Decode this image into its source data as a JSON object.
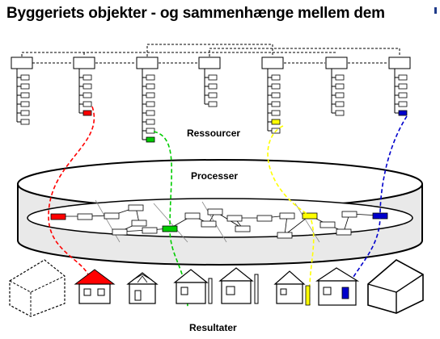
{
  "title": "Byggeriets objekter - og sammenhænge mellem dem",
  "labels": {
    "resources": "Ressourcer",
    "processes": "Processer",
    "results": "Resultater"
  },
  "colors": {
    "red": "#ff0000",
    "green": "#00cc00",
    "yellow": "#ffff00",
    "blue": "#0000cc",
    "accent_mark": "#1f3b8a"
  },
  "icons": [
    "wireframe-house-icon",
    "red-roof-house-icon",
    "truss-house-icon",
    "framed-house-icon",
    "walls-house-icon",
    "yellow-house-icon",
    "blue-window-house-icon",
    "solid-house-icon"
  ]
}
